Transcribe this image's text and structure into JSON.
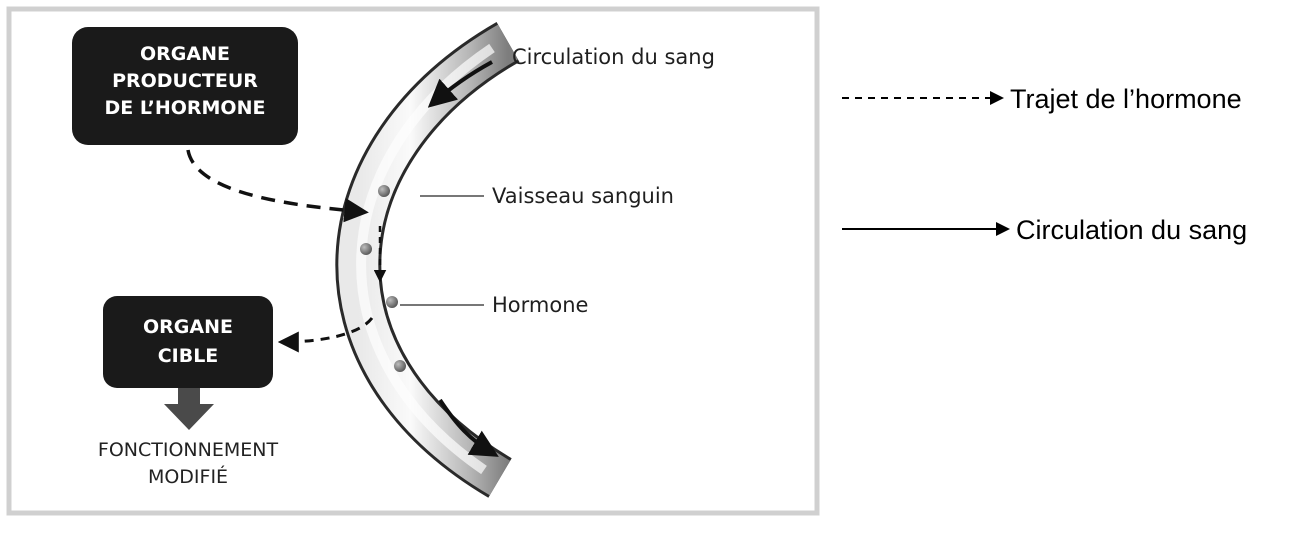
{
  "diagram": {
    "producer_box": {
      "lines": [
        "ORGANE",
        "PRODUCTEUR",
        "DE L’HORMONE"
      ]
    },
    "target_box": {
      "lines": [
        "ORGANE",
        "CIBLE"
      ]
    },
    "result": {
      "lines": [
        "FONCTIONNEMENT",
        "MODIFIÉ"
      ]
    },
    "labels": {
      "blood_flow": "Circulation du sang",
      "vessel": "Vaisseau sanguin",
      "hormone": "Hormone"
    }
  },
  "legend": {
    "hormone_path": "Trajet de l’hormone",
    "blood_flow": "Circulation du sang"
  },
  "colors": {
    "box_fill": "#1a1a1a",
    "frame_border": "#cfcfcf",
    "vessel_light": "#f4f4f4",
    "vessel_shade": "#8f8f8f",
    "hormone": "#6e6e6e"
  }
}
